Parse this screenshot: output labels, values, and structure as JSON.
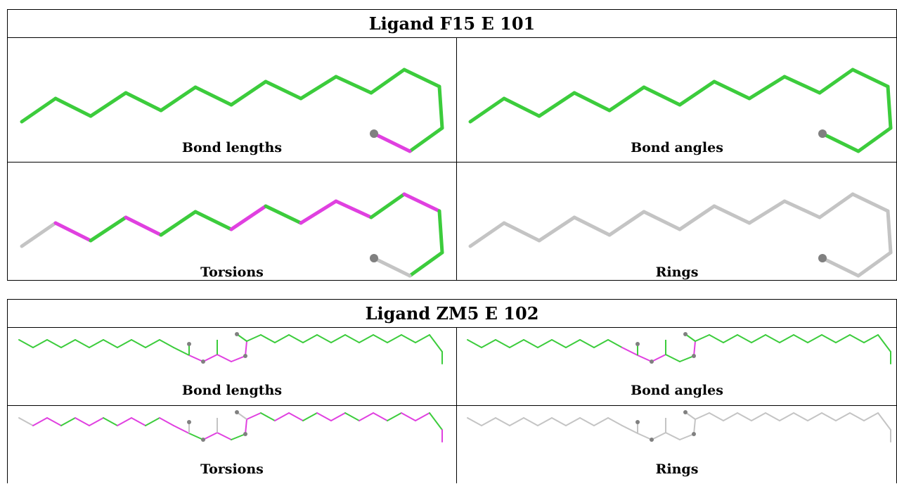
{
  "blocks": [
    {
      "id": "f15",
      "title": "Ligand F15 E 101",
      "panels": [
        {
          "label": "Bond lengths",
          "bond_colors": [
            "green",
            "green",
            "green",
            "green",
            "green",
            "green",
            "green",
            "green",
            "green",
            "green",
            "green",
            "green",
            "green",
            "green",
            "magenta"
          ]
        },
        {
          "label": "Bond angles",
          "bond_colors": [
            "green",
            "green",
            "green",
            "green",
            "green",
            "green",
            "green",
            "green",
            "green",
            "green",
            "green",
            "green",
            "green",
            "green",
            "green"
          ]
        },
        {
          "label": "Torsions",
          "bond_colors": [
            "gray",
            "magenta",
            "green",
            "magenta",
            "green",
            "green",
            "magenta",
            "green",
            "magenta",
            "magenta",
            "green",
            "magenta",
            "green",
            "green",
            "gray"
          ]
        },
        {
          "label": "Rings",
          "bond_colors": [
            "gray",
            "gray",
            "gray",
            "gray",
            "gray",
            "gray",
            "gray",
            "gray",
            "gray",
            "gray",
            "gray",
            "gray",
            "gray",
            "gray",
            "gray"
          ]
        }
      ]
    },
    {
      "id": "zm5",
      "title": "Ligand ZM5 E 102",
      "panels": [
        {
          "label": "Bond lengths"
        },
        {
          "label": "Bond angles"
        },
        {
          "label": "Torsions"
        },
        {
          "label": "Rings"
        }
      ]
    }
  ],
  "colors": {
    "green": "#3ccc3c",
    "magenta": "#e040e0",
    "gray": "#c4c4c4",
    "atom": "#808080",
    "border": "#000000"
  }
}
